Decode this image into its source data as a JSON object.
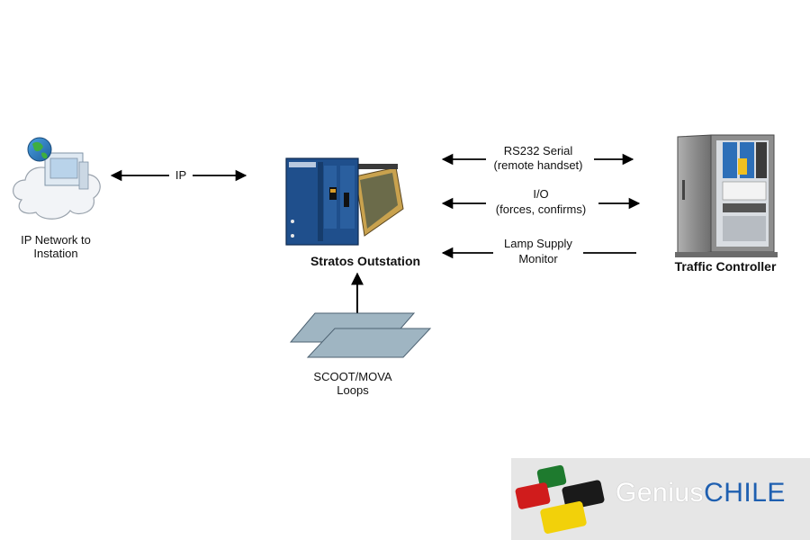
{
  "nodes": {
    "ip_network": {
      "line1": "IP Network to",
      "line2": "Instation"
    },
    "outstation": {
      "label": "Stratos Outstation"
    },
    "traffic_controller": {
      "label": "Traffic Controller"
    },
    "loops": {
      "line1": "SCOOT/MOVA",
      "line2": "Loops"
    }
  },
  "links": {
    "ip": {
      "label": "IP"
    },
    "rs232": {
      "line1": "RS232 Serial",
      "line2": "(remote handset)"
    },
    "io": {
      "line1": "I/O",
      "line2": "(forces, confirms)"
    },
    "lamp": {
      "line1": "Lamp Supply",
      "line2": "Monitor"
    }
  },
  "logo": {
    "word1": "Genius",
    "word2": "CHILE"
  },
  "colors": {
    "panel_blue": "#1f4f8c",
    "cabinet_grey": "#8a8a8a",
    "loop_fill": "#9fb5c2",
    "logo_green": "#1e7a2e",
    "logo_red": "#d01c1c",
    "logo_black": "#1a1a1a",
    "logo_yellow": "#f2d10a",
    "logo_blue": "#1e5fb0"
  }
}
